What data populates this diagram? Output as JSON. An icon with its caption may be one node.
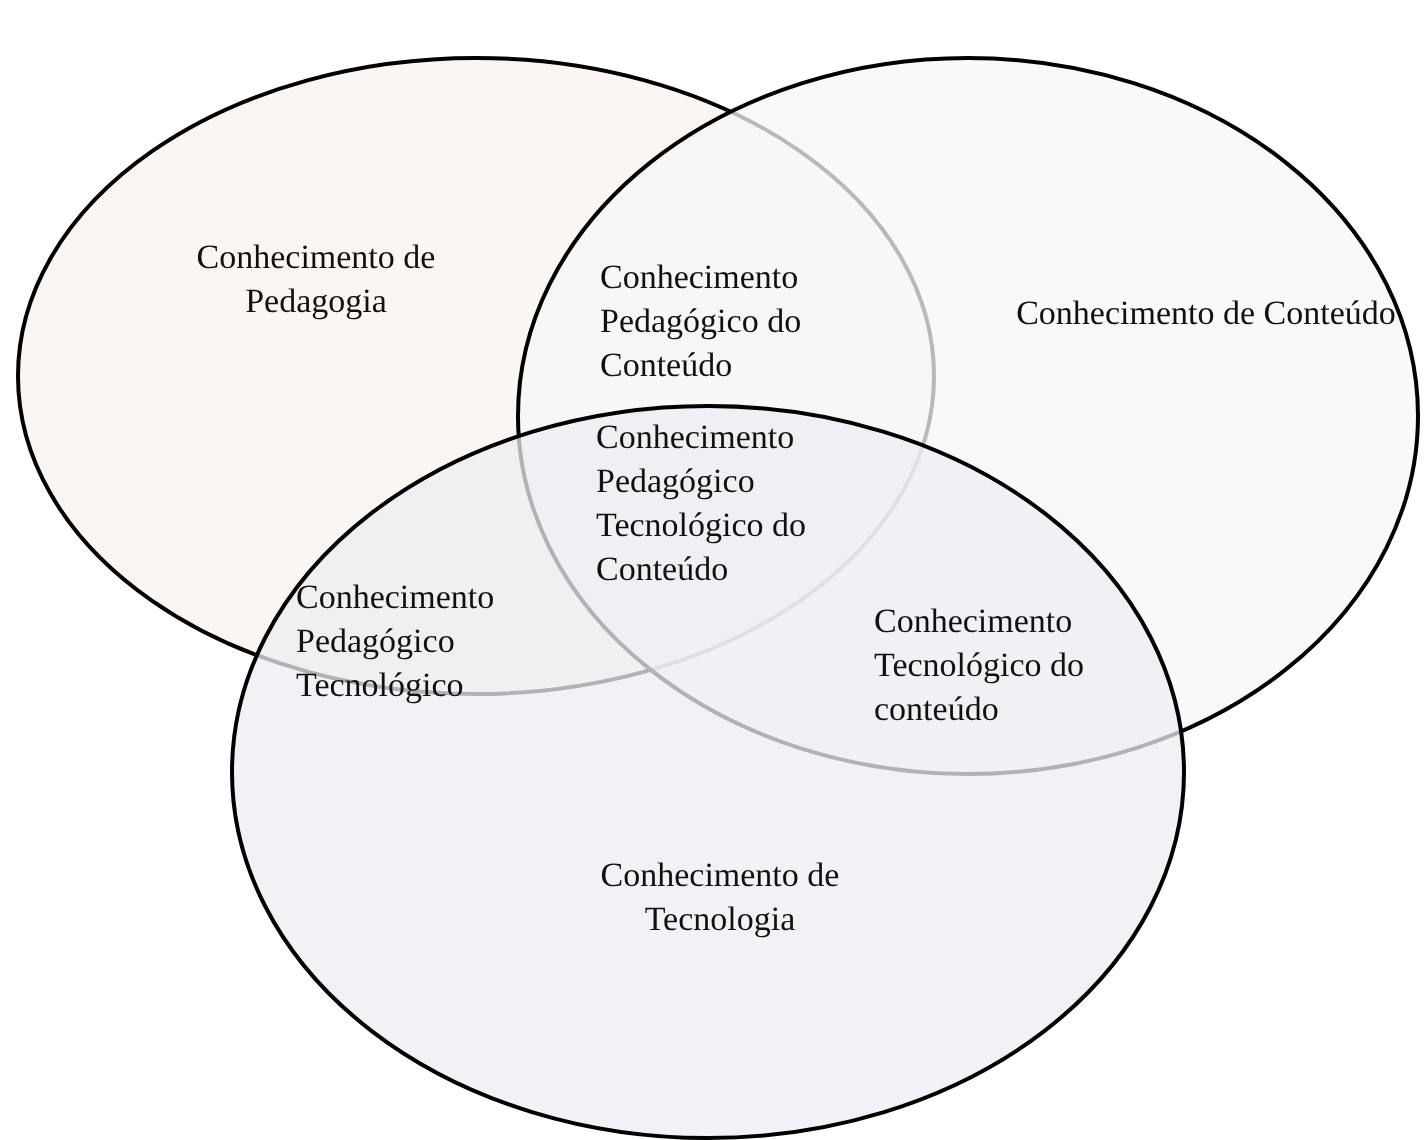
{
  "diagram": {
    "nodes": [
      {
        "text": [
          "Conhecimento de Pedagogia"
        ]
      },
      {
        "text": [
          "Conhecimento de Conteúdo"
        ]
      },
      {
        "text": [
          "Conhecimento de Tecnologia"
        ]
      }
    ],
    "edges": [],
    "labels": [
      "Conhecimento Pedagógico do Conteúdo",
      "Conhecimento Pedagógico Tecnológico do Conteúdo",
      "Conhecimento Pedagógico Tecnológico",
      "Conhecimento Tecnológico do conteúdo"
    ]
  }
}
